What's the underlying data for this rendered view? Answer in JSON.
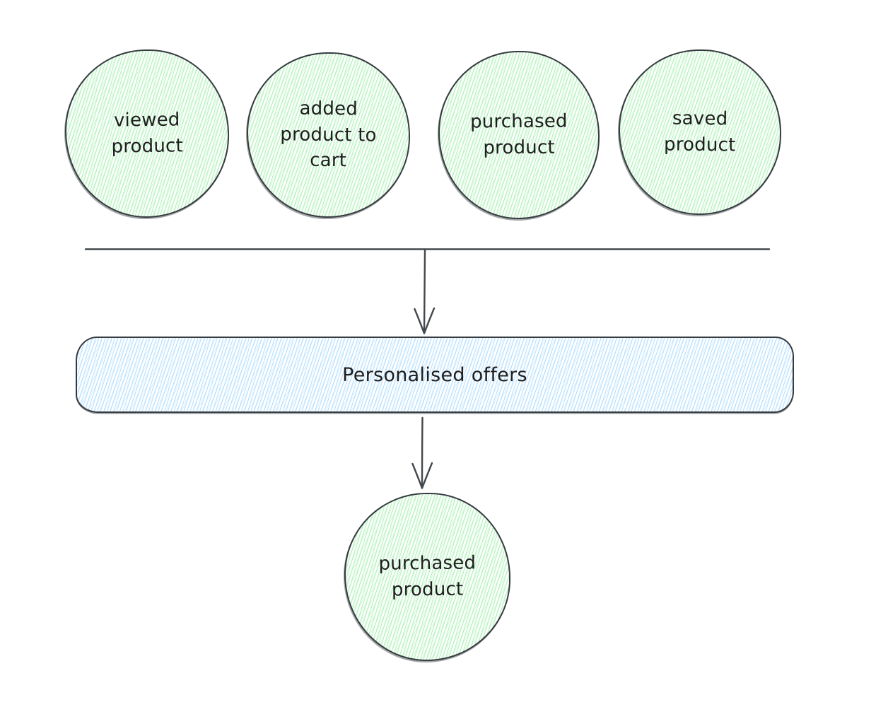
{
  "diagram": {
    "title": "customer-signals-to-personalised-offers-flow",
    "sources": [
      {
        "label": "viewed product"
      },
      {
        "label": "added product to cart"
      },
      {
        "label": "purchased product"
      },
      {
        "label": "saved product"
      }
    ],
    "process": {
      "label": "Personalised offers"
    },
    "outcome": {
      "label": "purchased product"
    },
    "colors": {
      "source_node_hatch": "#b2f2bb",
      "process_node_hatch": "#a5d8ff",
      "stroke": "#363b40",
      "connector": "#43484d",
      "text": "#1e1e1e",
      "background": "#ffffff"
    }
  }
}
